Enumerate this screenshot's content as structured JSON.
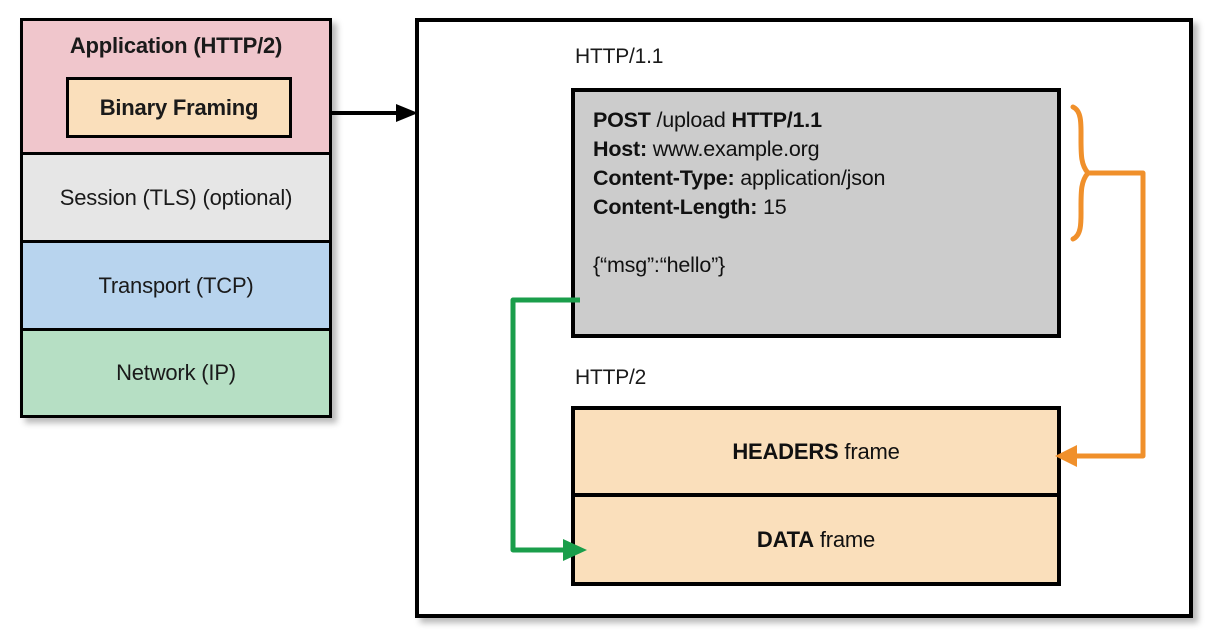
{
  "stack": {
    "layers": [
      {
        "id": "application",
        "label": "Application (HTTP/2)",
        "color": "#f0c6cc",
        "bold": true
      },
      {
        "id": "binary-framing",
        "label": "Binary Framing",
        "color": "#fadfbb",
        "bold": true
      },
      {
        "id": "session",
        "label": "Session (TLS) (optional)",
        "color": "#e6e6e6",
        "bold": false
      },
      {
        "id": "transport",
        "label": "Transport (TCP)",
        "color": "#b8d4ee",
        "bold": false
      },
      {
        "id": "network",
        "label": "Network (IP)",
        "color": "#b6dfc4",
        "bold": false
      }
    ]
  },
  "panel": {
    "http11": {
      "caption": "HTTP/1.1",
      "fill": "#cccccc",
      "lines": [
        {
          "bold1": "POST",
          "plain1": " /upload ",
          "bold2": "HTTP/1.1",
          "plain2": ""
        },
        {
          "bold1": "Host:",
          "plain1": " www.example.org",
          "bold2": "",
          "plain2": ""
        },
        {
          "bold1": "Content-Type:",
          "plain1": " application/json",
          "bold2": "",
          "plain2": ""
        },
        {
          "bold1": "Content-Length:",
          "plain1": " 15",
          "bold2": "",
          "plain2": ""
        }
      ],
      "body": "{“msg”:“hello”}"
    },
    "http2": {
      "caption": "HTTP/2",
      "fill": "#fadfbb",
      "frames": [
        {
          "id": "headers",
          "bold": "HEADERS",
          "plain": " frame"
        },
        {
          "id": "data",
          "bold": "DATA",
          "plain": " frame"
        }
      ]
    }
  },
  "connectors": {
    "stack_to_panel": {
      "name": "black-arrow",
      "color": "#000000"
    },
    "headers_brace": {
      "name": "orange-brace-arrow",
      "color": "#f0902b"
    },
    "body_to_data": {
      "name": "green-arrow",
      "color": "#1a9e4b"
    }
  }
}
